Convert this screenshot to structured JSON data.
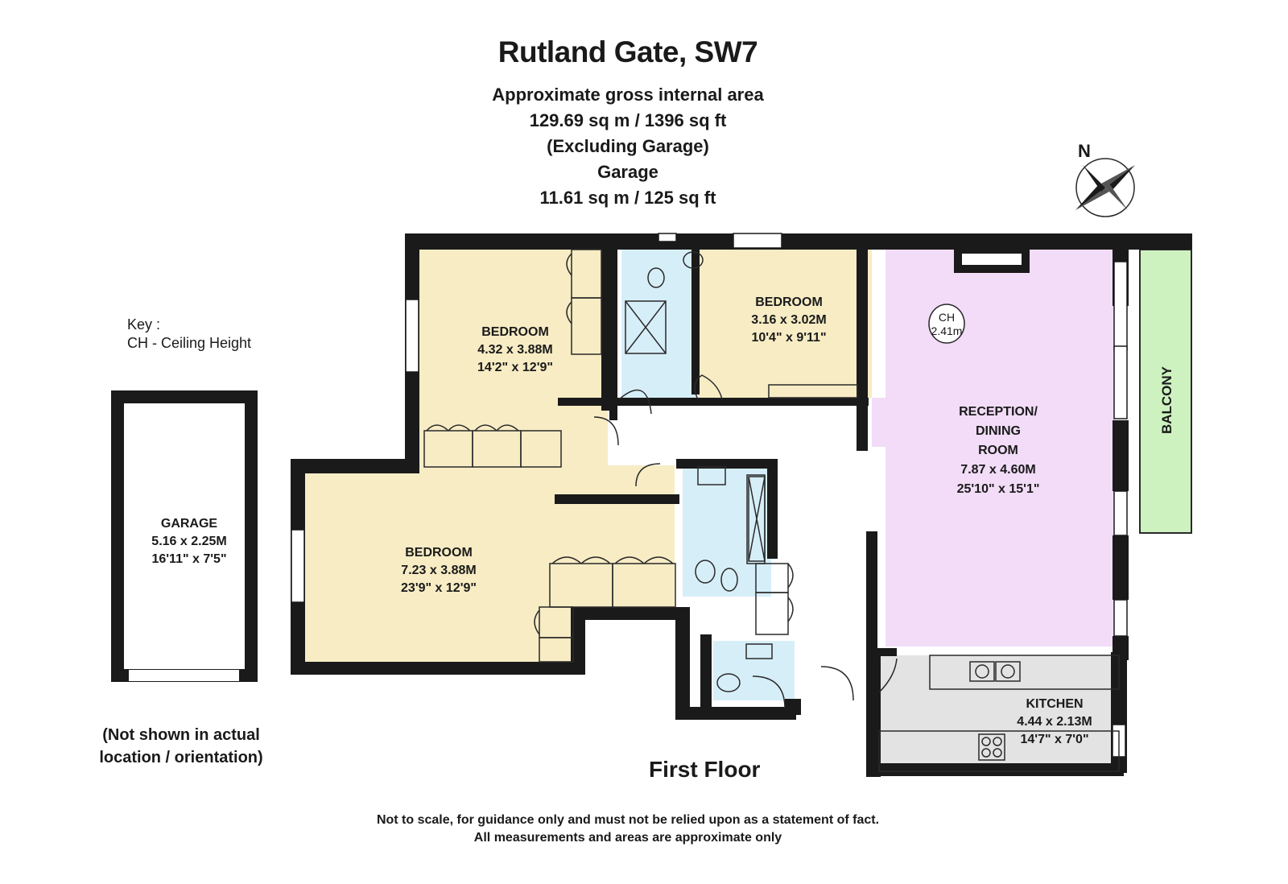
{
  "header": {
    "title": "Rutland Gate, SW7",
    "area_caption": "Approximate gross internal area",
    "area_main": "129.69 sq m / 1396 sq ft",
    "area_excluding": "(Excluding Garage)",
    "garage_caption": "Garage",
    "garage_area": "11.61 sq m / 125 sq ft"
  },
  "key": {
    "title": "Key :",
    "entry": "CH - Ceiling Height"
  },
  "compass": {
    "label": "N",
    "icon": "compass-rose-icon"
  },
  "rooms": {
    "bedroom_1": {
      "name": "BEDROOM",
      "metric": "4.32 x 3.88M",
      "imperial": "14'2\" x 12'9\""
    },
    "bedroom_2": {
      "name": "BEDROOM",
      "metric": "3.16 x 3.02M",
      "imperial": "10'4\" x 9'11\""
    },
    "bedroom_3": {
      "name": "BEDROOM",
      "metric": "7.23 x 3.88M",
      "imperial": "23'9\" x 12'9\""
    },
    "reception": {
      "name_line1": "RECEPTION/",
      "name_line2": "DINING",
      "name_line3": "ROOM",
      "metric": "7.87 x 4.60M",
      "imperial": "25'10\" x 15'1\""
    },
    "kitchen": {
      "name": "KITCHEN",
      "metric": "4.44 x 2.13M",
      "imperial": "14'7\" x 7'0\""
    },
    "balcony": {
      "name": "BALCONY"
    },
    "garage": {
      "name": "GARAGE",
      "metric": "5.16 x 2.25M",
      "imperial": "16'11\" x 7'5\""
    }
  },
  "ceiling_height": {
    "label": "CH",
    "value": "2.41m"
  },
  "floor_label": "First Floor",
  "garage_note": {
    "line1": "(Not shown in actual",
    "line2": "location / orientation)"
  },
  "disclaimer": {
    "line1": "Not to scale, for guidance only and must not be relied upon as a statement of fact.",
    "line2": "All measurements and areas are approximate only"
  },
  "colors": {
    "wall": "#1a1a1a",
    "bedroom": "#f7ecc4",
    "bathroom": "#d6eef8",
    "reception": "#f2dcf7",
    "kitchen": "#e3e3e3",
    "balcony": "#cdf2c0"
  }
}
